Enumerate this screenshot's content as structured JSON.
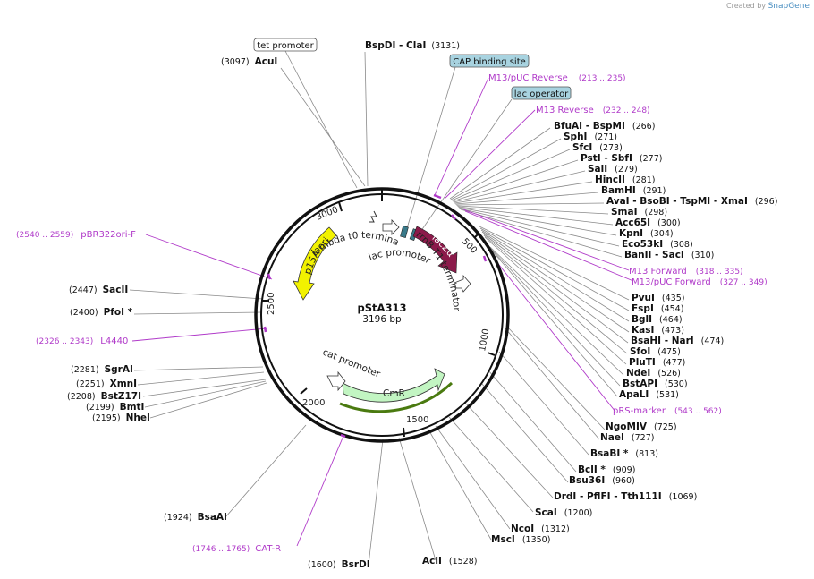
{
  "watermark": {
    "prefix": "Created by",
    "brand": "SnapGene"
  },
  "plasmid": {
    "name": "pStA313",
    "size_label": "3196 bp",
    "length": 3196
  },
  "ticks": [
    "500",
    "1000",
    "1500",
    "2000",
    "2500",
    "3000"
  ],
  "enzymes": [
    {
      "id": "e1",
      "html": "<tspan class='pos'>(3097)</tspan>  AcuI",
      "pos": 3097
    },
    {
      "id": "e2",
      "text": "BspDI   - ClaI",
      "num": "(3131)",
      "pos": 3131
    },
    {
      "id": "e3",
      "text": "BfuAI   - BspMI",
      "num": "(266)",
      "pos": 266
    },
    {
      "id": "e4",
      "text": "SphI",
      "num": "(271)",
      "pos": 271
    },
    {
      "id": "e5",
      "text": "SfcI",
      "num": "(273)",
      "pos": 273
    },
    {
      "id": "e6",
      "text": "PstI   - SbfI",
      "num": "(277)",
      "pos": 277
    },
    {
      "id": "e7",
      "text": "SalI",
      "num": "(279)",
      "pos": 279
    },
    {
      "id": "e8",
      "text": "HincII",
      "num": "(281)",
      "pos": 281
    },
    {
      "id": "e9",
      "text": "BamHI",
      "num": "(291)",
      "pos": 291
    },
    {
      "id": "e10",
      "text": "AvaI   - BsoBI   - TspMI   - XmaI",
      "num": "(296)",
      "pos": 296
    },
    {
      "id": "e11",
      "text": "SmaI",
      "num": "(298)",
      "pos": 298
    },
    {
      "id": "e12",
      "text": "Acc65I",
      "num": "(300)",
      "pos": 300
    },
    {
      "id": "e13",
      "text": "KpnI",
      "num": "(304)",
      "pos": 304
    },
    {
      "id": "e14",
      "text": "Eco53kI",
      "num": "(308)",
      "pos": 308
    },
    {
      "id": "e15",
      "text": "BanII   - SacI",
      "num": "(310)",
      "pos": 310
    },
    {
      "id": "e16",
      "text": "PvuI",
      "num": "(435)",
      "pos": 435
    },
    {
      "id": "e17",
      "text": "FspI",
      "num": "(454)",
      "pos": 454
    },
    {
      "id": "e18",
      "text": "BglI",
      "num": "(464)",
      "pos": 464
    },
    {
      "id": "e19",
      "text": "KasI",
      "num": "(473)",
      "pos": 473
    },
    {
      "id": "e20",
      "text": "BsaHI   - NarI",
      "num": "(474)",
      "pos": 474
    },
    {
      "id": "e21",
      "text": "SfoI",
      "num": "(475)",
      "pos": 475
    },
    {
      "id": "e22",
      "text": "PluTI",
      "num": "(477)",
      "pos": 477
    },
    {
      "id": "e23",
      "text": "NdeI",
      "num": "(526)",
      "pos": 526
    },
    {
      "id": "e24",
      "text": "BstAPI",
      "num": "(530)",
      "pos": 530
    },
    {
      "id": "e25",
      "text": "ApaLI",
      "num": "(531)",
      "pos": 531
    },
    {
      "id": "e26",
      "text": "NgoMIV",
      "num": "(725)",
      "pos": 725
    },
    {
      "id": "e27",
      "text": "NaeI",
      "num": "(727)",
      "pos": 727
    },
    {
      "id": "e28",
      "text": "BsaBI *",
      "num": "(813)",
      "pos": 813
    },
    {
      "id": "e29",
      "text": "BclI *",
      "num": "(909)",
      "pos": 909
    },
    {
      "id": "e30",
      "text": "Bsu36I",
      "num": "(960)",
      "pos": 960
    },
    {
      "id": "e31",
      "text": "DrdI   - PflFI   - Tth111I",
      "num": "(1069)",
      "pos": 1069
    },
    {
      "id": "e32",
      "text": "ScaI",
      "num": "(1200)",
      "pos": 1200
    },
    {
      "id": "e33",
      "text": "NcoI",
      "num": "(1312)",
      "pos": 1312
    },
    {
      "id": "e34",
      "text": "MscI",
      "num": "(1350)",
      "pos": 1350
    },
    {
      "id": "e35",
      "text": "AclI",
      "num": "(1528)",
      "pos": 1528
    },
    {
      "id": "e36",
      "text": "BsrDI",
      "num": "(1600)",
      "pos": 1600
    },
    {
      "id": "e37",
      "text": "BsaAI",
      "num": "(1924)",
      "pos": 1924
    },
    {
      "id": "e38",
      "text": "NheI",
      "num": "(2195)",
      "pos": 2195
    },
    {
      "id": "e39",
      "text": "BmtI",
      "num": "(2199)",
      "pos": 2199
    },
    {
      "id": "e40",
      "text": "BstZ17I",
      "num": "(2208)",
      "pos": 2208
    },
    {
      "id": "e41",
      "text": "XmnI",
      "num": "(2251)",
      "pos": 2251
    },
    {
      "id": "e42",
      "text": "SgrAI",
      "num": "(2281)",
      "pos": 2281
    },
    {
      "id": "e43",
      "text": "PfoI *",
      "num": "(2400)",
      "pos": 2400
    },
    {
      "id": "e44",
      "text": "SacII",
      "num": "(2447)",
      "pos": 2447
    }
  ],
  "primers": [
    {
      "id": "p1",
      "text": "M13/pUC Reverse",
      "num": "(213 .. 235)"
    },
    {
      "id": "p2",
      "text": "M13 Reverse",
      "num": "(232 .. 248)"
    },
    {
      "id": "p3",
      "text": "M13 Forward",
      "num": "(318 .. 335)"
    },
    {
      "id": "p4",
      "text": "M13/pUC Forward",
      "num": "(327 .. 349)"
    },
    {
      "id": "p5",
      "text": "pRS-marker",
      "num": "(543 .. 562)"
    },
    {
      "id": "p6",
      "text": "CAT-R",
      "num": "(1746 .. 1765)"
    },
    {
      "id": "p7",
      "text": "L4440",
      "num": "(2326 .. 2343)"
    },
    {
      "id": "p8",
      "text": "pBR322ori-F",
      "num": "(2540 .. 2559)"
    }
  ],
  "boxed_features": {
    "tet_promoter": "tet promoter",
    "cap_site": "CAP binding site",
    "lac_operator": "lac operator"
  },
  "features": {
    "lambda_t0": "lambda t0 terminator",
    "lac_promoter": "lac promoter",
    "rrnB_T1": "rrnB T1 terminator",
    "lacZa": "lacZα",
    "p15A": "p15A ori",
    "cat_promoter": "cat promoter",
    "CmR": "CmR"
  },
  "colors": {
    "primer": "#b03ac9",
    "lacZ": "#8b1a4a",
    "p15A": "#f2f200",
    "CmR": "#c2f5c2",
    "box_blue": "#a8d3e0"
  }
}
